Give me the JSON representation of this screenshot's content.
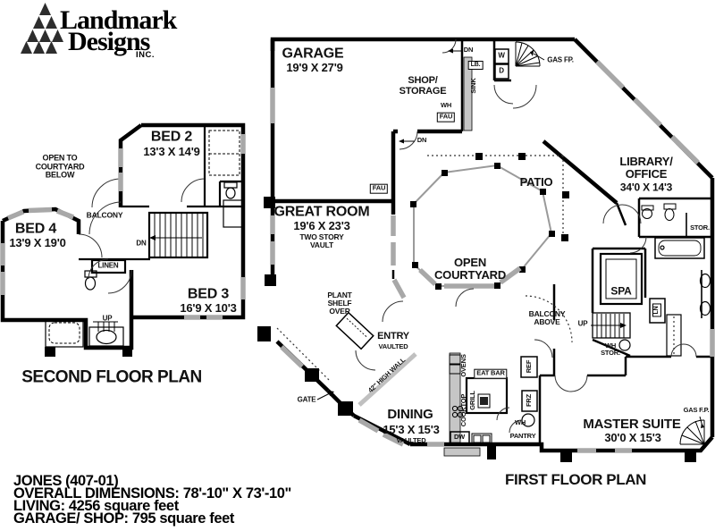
{
  "logo": {
    "brand_top": "Landmark",
    "brand_bottom": "Designs",
    "suffix": "INC."
  },
  "second_floor": {
    "title": "SECOND FLOOR PLAN",
    "open_to_courtyard": "OPEN TO\nCOURTYARD\nBELOW",
    "bed2_name": "BED 2",
    "bed2_dim": "13'3 X 14'9",
    "bed4_name": "BED 4",
    "bed4_dim": "13'9 X 19'0",
    "bed3_name": "BED 3",
    "bed3_dim": "16'9 X 10'3",
    "balcony": "BALCONY",
    "dn": "DN",
    "linen": "LINEN",
    "up": "UP"
  },
  "first_floor": {
    "title": "FIRST FLOOR PLAN",
    "garage_name": "GARAGE",
    "garage_dim": "19'9 X 27'9",
    "shop_storage": "SHOP/\nSTORAGE",
    "dn_top": "DN",
    "lb": "LB.",
    "sink": "SINK",
    "wh_upper": "WH",
    "fau_upper": "FAU",
    "washer": "W",
    "dryer": "D",
    "gas_fp_upper": "GAS FP.",
    "dn_patio": "DN",
    "patio": "PATIO",
    "fau_great": "FAU",
    "great_room_name": "GREAT ROOM",
    "great_room_dim": "19'6 X 23'3",
    "great_room_note": "TWO STORY\nVAULT",
    "library_name": "LIBRARY/\nOFFICE",
    "library_dim": "34'0 X 14'3",
    "stor_upper": "STOR.",
    "open_courtyard": "OPEN\nCOURTYARD",
    "spa": "SPA",
    "up_stairs": "UP",
    "wh_stor": "WH\nSTOR.",
    "ln": "LN",
    "balcony_above": "BALCONY\nABOVE",
    "plant_shelf": "PLANT\nSHELF\nOVER",
    "entry_name": "ENTRY",
    "entry_note": "VAULTED",
    "high_wall": "42\" HIGH WALL",
    "gate": "GATE",
    "dining_name": "DINING",
    "dining_dim": "15'3 X 15'3",
    "dining_note": "VAULTED",
    "ovens": "OVENS",
    "eat_bar": "EAT BAR",
    "grill": "GRILL",
    "cooktop": "COOKTOP",
    "ref": "REF",
    "frz": "FRZ",
    "wh_lower": "WH",
    "pantry": "PANTRY",
    "dw": "DW",
    "master_name": "MASTER SUITE",
    "master_dim": "30'0 X 15'3",
    "gas_fp_master": "GAS F.P."
  },
  "footer": {
    "line1": "JONES (407-01)",
    "line2": "OVERALL DIMENSIONS: 78'-10\" X 73'-10\"",
    "line3": "LIVING: 4256 square feet",
    "line4": "GARAGE/ SHOP: 795 square feet"
  },
  "colors": {
    "ink": "#000000",
    "paper": "#ffffff",
    "window_gray": "#a8a8a8",
    "counter_gray": "#c6c6c6"
  }
}
